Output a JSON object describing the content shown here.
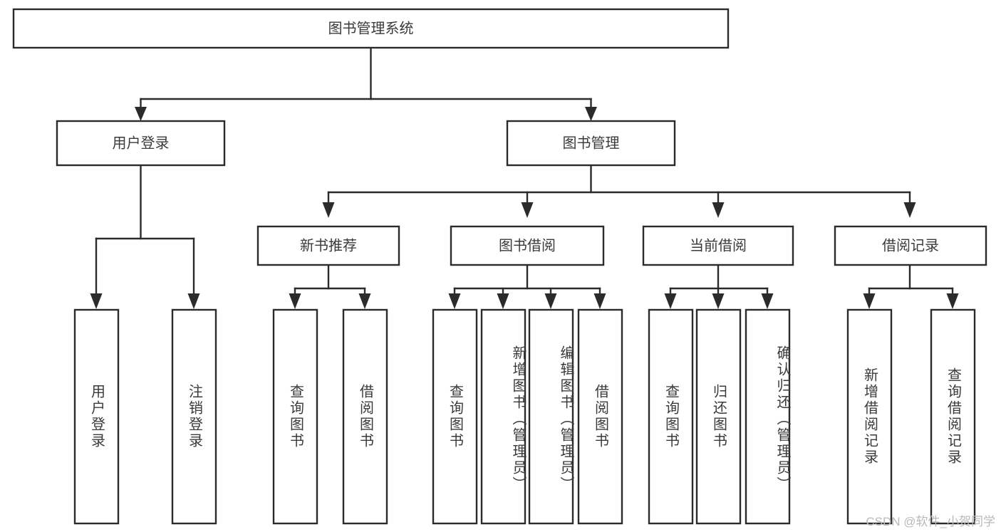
{
  "diagram": {
    "type": "tree-hierarchy-flowchart",
    "title": "图书管理系统",
    "root": {
      "id": "root",
      "label": "图书管理系统",
      "orientation": "horizontal"
    },
    "level2": [
      {
        "id": "user-login",
        "label": "用户登录",
        "orientation": "horizontal"
      },
      {
        "id": "book-management",
        "label": "图书管理",
        "orientation": "horizontal"
      }
    ],
    "level3": [
      {
        "id": "new-book-recommend",
        "label": "新书推荐",
        "parent": "book-management",
        "orientation": "horizontal"
      },
      {
        "id": "book-borrow",
        "label": "图书借阅",
        "parent": "book-management",
        "orientation": "horizontal"
      },
      {
        "id": "current-borrow",
        "label": "当前借阅",
        "parent": "book-management",
        "orientation": "horizontal"
      },
      {
        "id": "borrow-record",
        "label": "借阅记录",
        "parent": "book-management",
        "orientation": "horizontal"
      }
    ],
    "leaves": [
      {
        "id": "leaf-user-login",
        "label": "用户登录",
        "parent": "user-login",
        "orientation": "vertical"
      },
      {
        "id": "leaf-user-logout",
        "label": "注销登录",
        "parent": "user-login",
        "orientation": "vertical"
      },
      {
        "id": "leaf-query-book-1",
        "label": "查询图书",
        "parent": "new-book-recommend",
        "orientation": "vertical"
      },
      {
        "id": "leaf-borrow-book-1",
        "label": "借阅图书",
        "parent": "new-book-recommend",
        "orientation": "vertical"
      },
      {
        "id": "leaf-query-book-2",
        "label": "查询图书",
        "parent": "book-borrow",
        "orientation": "vertical"
      },
      {
        "id": "leaf-add-book",
        "label": "新增图书（管理员）",
        "parent": "book-borrow",
        "orientation": "vertical"
      },
      {
        "id": "leaf-edit-book",
        "label": "编辑图书（管理员）",
        "parent": "book-borrow",
        "orientation": "vertical"
      },
      {
        "id": "leaf-borrow-book-2",
        "label": "借阅图书",
        "parent": "book-borrow",
        "orientation": "vertical"
      },
      {
        "id": "leaf-query-book-3",
        "label": "查询图书",
        "parent": "current-borrow",
        "orientation": "vertical"
      },
      {
        "id": "leaf-return-book",
        "label": "归还图书",
        "parent": "current-borrow",
        "orientation": "vertical"
      },
      {
        "id": "leaf-confirm-return",
        "label": "确认归还（管理员）",
        "parent": "current-borrow",
        "orientation": "vertical"
      },
      {
        "id": "leaf-add-record",
        "label": "新增借阅记录",
        "parent": "borrow-record",
        "orientation": "vertical"
      },
      {
        "id": "leaf-query-record",
        "label": "查询借阅记录",
        "parent": "borrow-record",
        "orientation": "vertical"
      }
    ],
    "watermark": "CSDN @软件_小贺同学",
    "colors": {
      "stroke": "#2b2b2b",
      "fill": "#ffffff",
      "text": "#3a3a3a",
      "watermark": "#b9b9b9",
      "background": "#ffffff"
    }
  }
}
